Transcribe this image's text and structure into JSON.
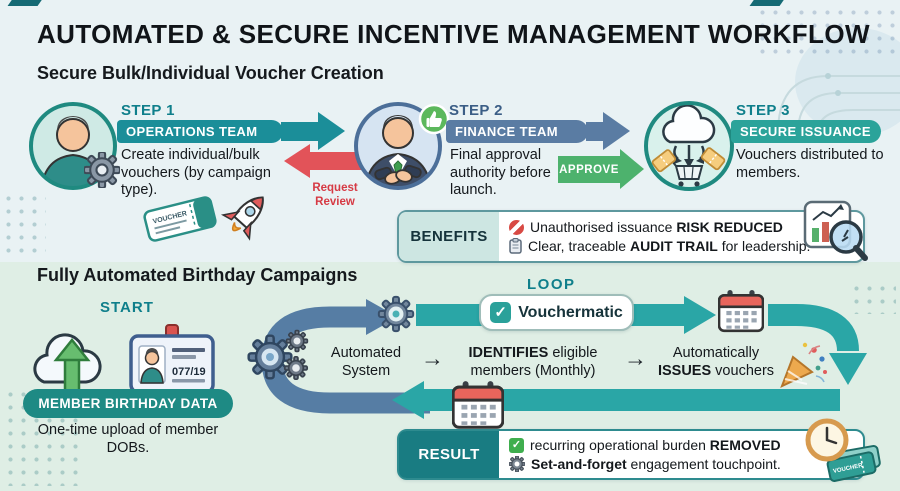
{
  "title": "AUTOMATED & SECURE INCENTIVE MANAGEMENT WORKFLOW",
  "section1": {
    "heading": "Secure Bulk/Individual Voucher Creation",
    "step1_label": "STEP 1",
    "step1_banner": "OPERATIONS TEAM",
    "step1_desc": "Create individual/bulk vouchers (by campaign type).",
    "step2_label": "STEP 2",
    "step2_banner": "FINANCE TEAM",
    "step2_desc": "Final approval authority before launch.",
    "step3_label": "STEP 3",
    "step3_banner": "SECURE ISSUANCE",
    "step3_desc": "Vouchers distributed to members.",
    "request_review_line1": "Request",
    "request_review_line2": "Review",
    "approve_label": "APPROVE",
    "benefits_label": "BENEFITS",
    "benefit1_prefix": "Unauthorised issuance ",
    "benefit1_bold": "RISK REDUCED",
    "benefit2_prefix": "Clear, traceable ",
    "benefit2_bold": "AUDIT TRAIL",
    "benefit2_suffix": " for leadership."
  },
  "section2": {
    "heading": "Fully Automated Birthday Campaigns",
    "start_label": "START",
    "badge_id": "077/19",
    "member_pill": "MEMBER BIRTHDAY DATA",
    "member_caption": "One-time upload of member DOBs.",
    "automated_line1": "Automated",
    "automated_line2": "System",
    "flow_arrow": "→",
    "loop_label": "LOOP",
    "brand_name": "Vouchermatic",
    "identifies_bold": "IDENTIFIES",
    "identifies_rest": " eligible",
    "identifies_line2": "members (Monthly)",
    "issues_line1": "Automatically",
    "issues_bold": "ISSUES",
    "issues_rest": " vouchers",
    "result_label": "RESULT",
    "result1_prefix": "recurring operational burden ",
    "result1_bold": "REMOVED",
    "result2_bold": "Set-and-forget",
    "result2_suffix": " engagement touchpoint."
  },
  "icons": {
    "check_glyph": "✓",
    "voucher_text": "VOUCHER"
  },
  "colors": {
    "bg_top": "#e9f2f4",
    "bg_bottom": "#dfeee5",
    "teal_primary": "#1b8e99",
    "teal_banner3": "#2ba39a",
    "teal_dark_text": "#0f7f8b",
    "blue_step2": "#5a7ca3",
    "blue_step2_text": "#3b5e86",
    "red_arrow": "#e25359",
    "red_text": "#d63a44",
    "green_approve": "#4db26d",
    "loop_teal": "#2aa6a6",
    "loop_blue": "#567da4",
    "benefits_label_bg": "#cde6e2",
    "result_label_bg": "#197c82",
    "member_pill_bg": "#1e8a84"
  }
}
